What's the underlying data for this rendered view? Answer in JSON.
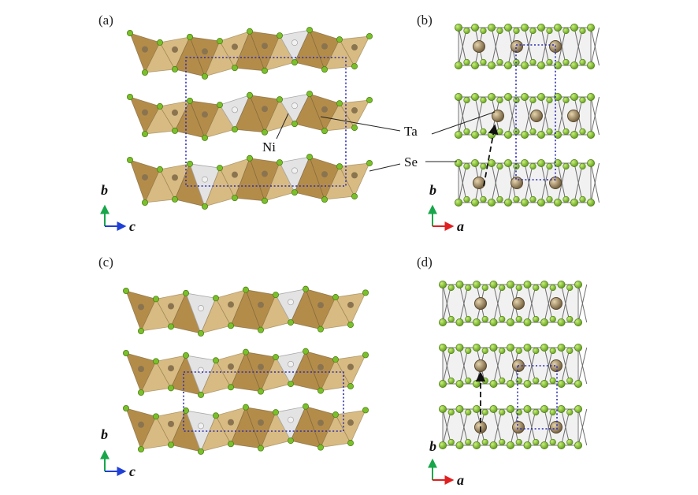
{
  "panels": {
    "a": "(a)",
    "b": "(b)",
    "c": "(c)",
    "d": "(d)"
  },
  "labels": {
    "ni": "Ni",
    "ta": "Ta",
    "se": "Se"
  },
  "axes": {
    "vertical": "b",
    "horizontal_left": "c",
    "horizontal_right": "a"
  },
  "colors": {
    "se_atom": "#7ac02a",
    "ta_atom": "#9d8458",
    "ta_polyhedron": "#b48c4a",
    "ni_polyhedron": "#e3e3e3",
    "unit_cell": "#2b2bb5",
    "axis_b": "#18a64a",
    "axis_c": "#1f3fd6",
    "axis_a": "#e02020"
  }
}
